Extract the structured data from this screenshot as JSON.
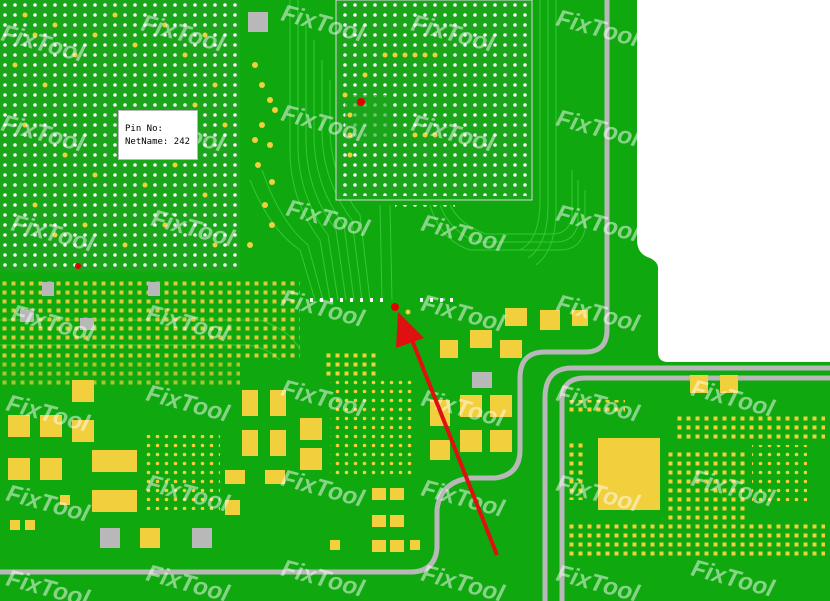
{
  "viewer": {
    "watermark": "FixTool"
  },
  "tooltip": {
    "pin_label": "Pin No:",
    "pin_value": "",
    "net_label": "NetName:",
    "net_value": "242"
  },
  "colors": {
    "board": "#0fa80f",
    "trace": "#33c633",
    "copper": "#f2cf3c",
    "outline": "#b8b8b8",
    "selected_pin": "#e00000",
    "pointer_arrow": "#e01010",
    "cutout": "#ffffff"
  }
}
